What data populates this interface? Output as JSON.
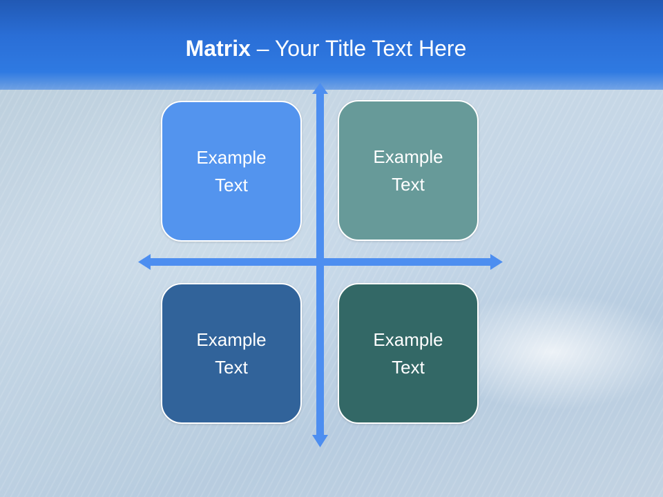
{
  "slide": {
    "title_bold": "Matrix",
    "title_rest": " – Your Title Text Here"
  },
  "matrix": {
    "boxes": [
      {
        "label": "Example Text",
        "color": "#5394ee"
      },
      {
        "label": "Example Text",
        "color": "#679a99"
      },
      {
        "label": "Example Text",
        "color": "#31639a"
      },
      {
        "label": "Example Text",
        "color": "#336866"
      }
    ],
    "axis_color": "#4d8ef0"
  }
}
